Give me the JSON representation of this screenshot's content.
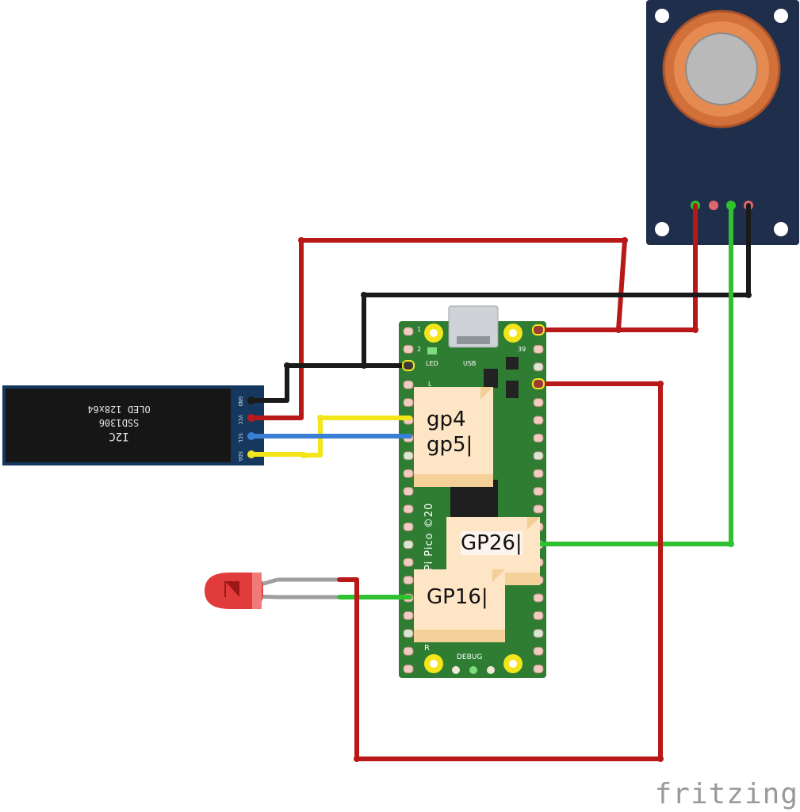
{
  "oled": {
    "title": "I2C",
    "line2": "SSD1306",
    "line3": "OLED 128x64",
    "pins": [
      "GND",
      "VCC",
      "SCL",
      "SDA"
    ]
  },
  "pico": {
    "usb": "USB",
    "led": "LED",
    "debug": "DEBUG",
    "pin1": "1",
    "pin2": "2",
    "pin39": "39",
    "side_text": "Pi Pico ©20",
    "r_label": "R",
    "l_label": "L"
  },
  "notes": {
    "gp4": "gp4",
    "gp5": "gp5|",
    "gp26": "GP26|",
    "gp16": "GP16|"
  },
  "brand": "fritzing",
  "colors": {
    "wire_red": "#b81818",
    "wire_black": "#1a1a1a",
    "wire_green": "#2fc12f",
    "wire_yellow": "#f2e51a",
    "wire_blue": "#3a7fd6",
    "board_green": "#2e7d32",
    "sensor_blue": "#1f2e4a",
    "oled_blue": "#16385e"
  }
}
